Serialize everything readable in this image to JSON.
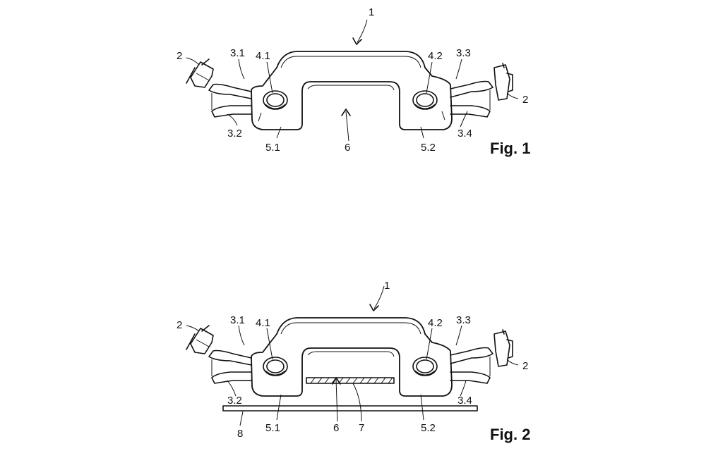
{
  "figures": [
    {
      "caption": "Fig. 1",
      "labels": {
        "assembly": "1",
        "left_connector": "2",
        "right_connector": "2",
        "pipe_upper_left": "3.1",
        "pipe_lower_left": "3.2",
        "pipe_upper_right": "3.3",
        "pipe_lower_right": "3.4",
        "outlet_left": "4.1",
        "outlet_right": "4.2",
        "housing_left": "5.1",
        "housing_right": "5.2",
        "recess": "6"
      }
    },
    {
      "caption": "Fig. 2",
      "labels": {
        "assembly": "1",
        "left_connector": "2",
        "right_connector": "2",
        "pipe_upper_left": "3.1",
        "pipe_lower_left": "3.2",
        "pipe_upper_right": "3.3",
        "pipe_lower_right": "3.4",
        "outlet_left": "4.1",
        "outlet_right": "4.2",
        "housing_left": "5.1",
        "housing_right": "5.2",
        "recess": "6",
        "plate": "7",
        "floor": "8"
      }
    }
  ]
}
